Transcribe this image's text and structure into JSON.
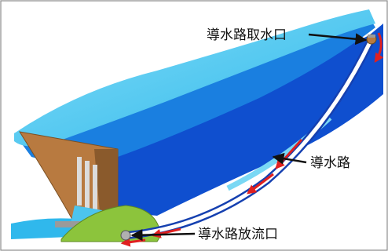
{
  "labels": {
    "intake": "導水路取水口",
    "conduit": "導水路",
    "outlet": "導水路放流口"
  },
  "colors": {
    "reservoir_deep": "#0f4fcf",
    "reservoir_mid": "#1a7fe0",
    "reservoir_light": "#38c8f0",
    "reservoir_surface": "#64d4f4",
    "conduit_blue": "#1540b0",
    "flow_arrow": "#e02020",
    "dam_body": "#b87a40",
    "hill_green": "#8cc43c",
    "label_text": "#111111"
  },
  "icons": {
    "intake_marker": "intake-valve-icon",
    "outlet_marker": "outlet-valve-icon",
    "flow": "flow-arrow-icon"
  }
}
